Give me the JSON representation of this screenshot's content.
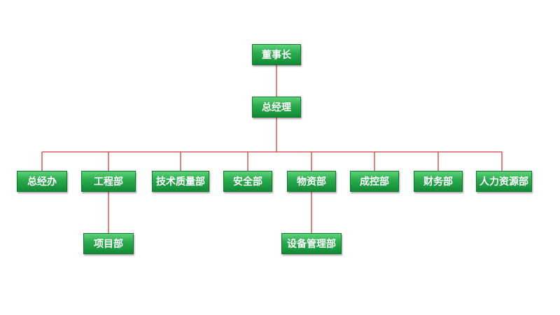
{
  "org": {
    "chairman": "董事长",
    "general_manager": "总经理",
    "departments": {
      "gm_office": "总经办",
      "engineering": "工程部",
      "tech_quality": "技术质量部",
      "safety": "安全部",
      "materials": "物资部",
      "cost_control": "成控部",
      "finance": "财务部",
      "hr": "人力资源部"
    },
    "sub_units": {
      "project": "项目部",
      "equipment_mgmt": "设备管理部"
    }
  },
  "colors": {
    "connector": "#d23c3c",
    "node_fill": "#2cad4f",
    "node_text": "#ffffff"
  }
}
